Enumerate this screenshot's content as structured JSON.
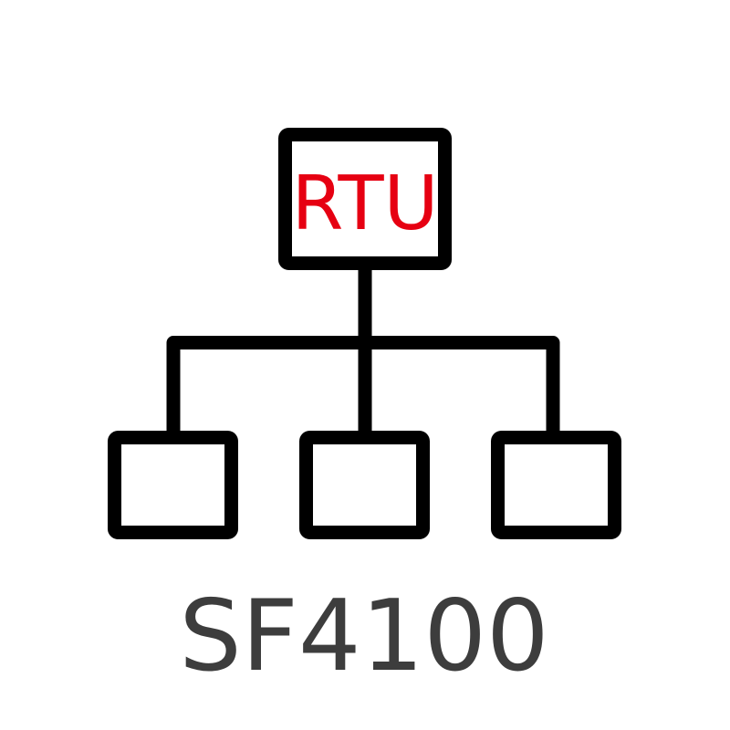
{
  "diagram": {
    "type": "hierarchy",
    "root": {
      "label": "RTU",
      "color": "#e60012"
    },
    "children": [
      {
        "label": ""
      },
      {
        "label": ""
      },
      {
        "label": ""
      }
    ],
    "line_color": "#000000"
  },
  "caption": {
    "text": "SF4100",
    "color": "#3d3d3d"
  }
}
